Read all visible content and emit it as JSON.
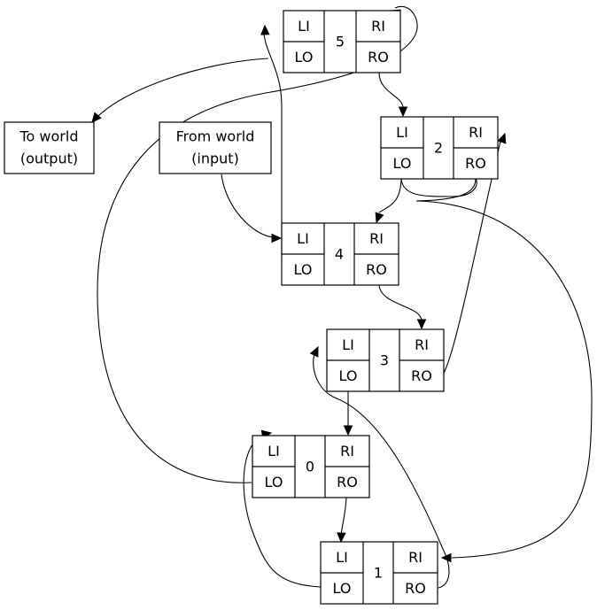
{
  "world_nodes": {
    "output": {
      "lines": [
        "To world",
        "(output)"
      ]
    },
    "input": {
      "lines": [
        "From world",
        "(input)"
      ]
    }
  },
  "port_labels": {
    "li": "LI",
    "lo": "LO",
    "ri": "RI",
    "ro": "RO"
  },
  "nodes": [
    {
      "id": "5",
      "label": "5"
    },
    {
      "id": "2",
      "label": "2"
    },
    {
      "id": "4",
      "label": "4"
    },
    {
      "id": "3",
      "label": "3"
    },
    {
      "id": "0",
      "label": "0"
    },
    {
      "id": "1",
      "label": "1"
    }
  ],
  "edges": [
    {
      "from": "5.LO",
      "to": "To world (output)"
    },
    {
      "from": "5.RO",
      "to": "2.LI"
    },
    {
      "from": "From world (input)",
      "to": "4.LI"
    },
    {
      "from": "4.RO",
      "to": "3.RI"
    },
    {
      "from": "2.LO",
      "to": "4.RI"
    },
    {
      "from": "3.RO",
      "to": "2.RI"
    },
    {
      "from": "3.LO",
      "to": "0.RI"
    },
    {
      "from": "0.RO",
      "to": "1.LI"
    },
    {
      "from": "0.LO",
      "to": "5.RI"
    },
    {
      "from": "4.LO",
      "to": "5.LI"
    },
    {
      "from": "2.RO",
      "to": "1.RI"
    },
    {
      "from": "1.LO",
      "to": "0.LI"
    },
    {
      "from": "1.RO",
      "to": "3.LI"
    }
  ]
}
